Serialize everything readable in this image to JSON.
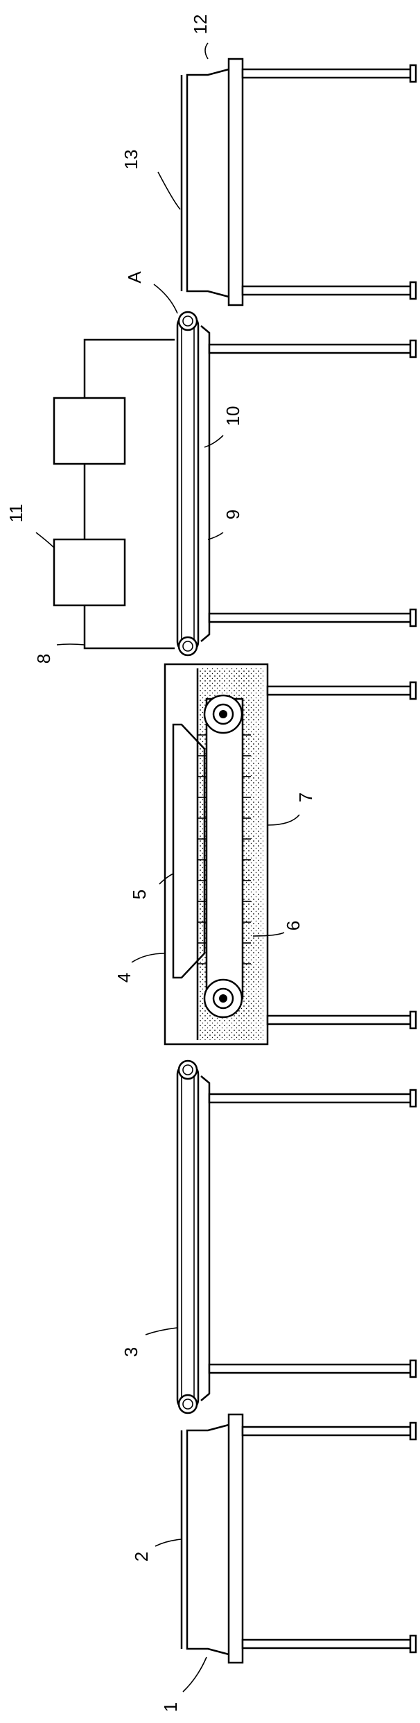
{
  "figure": {
    "type": "patent-line-drawing",
    "orientation": "rotated-90-clockwise"
  },
  "labels": {
    "l1": "1",
    "l2": "2",
    "l3": "3",
    "l4": "4",
    "l5": "5",
    "l6": "6",
    "l7": "7",
    "l8": "8",
    "l9": "9",
    "l10": "10",
    "l11": "11",
    "l12": "12",
    "l13": "13",
    "lA": "A"
  },
  "colors": {
    "line": "#000000",
    "background": "#ffffff"
  }
}
